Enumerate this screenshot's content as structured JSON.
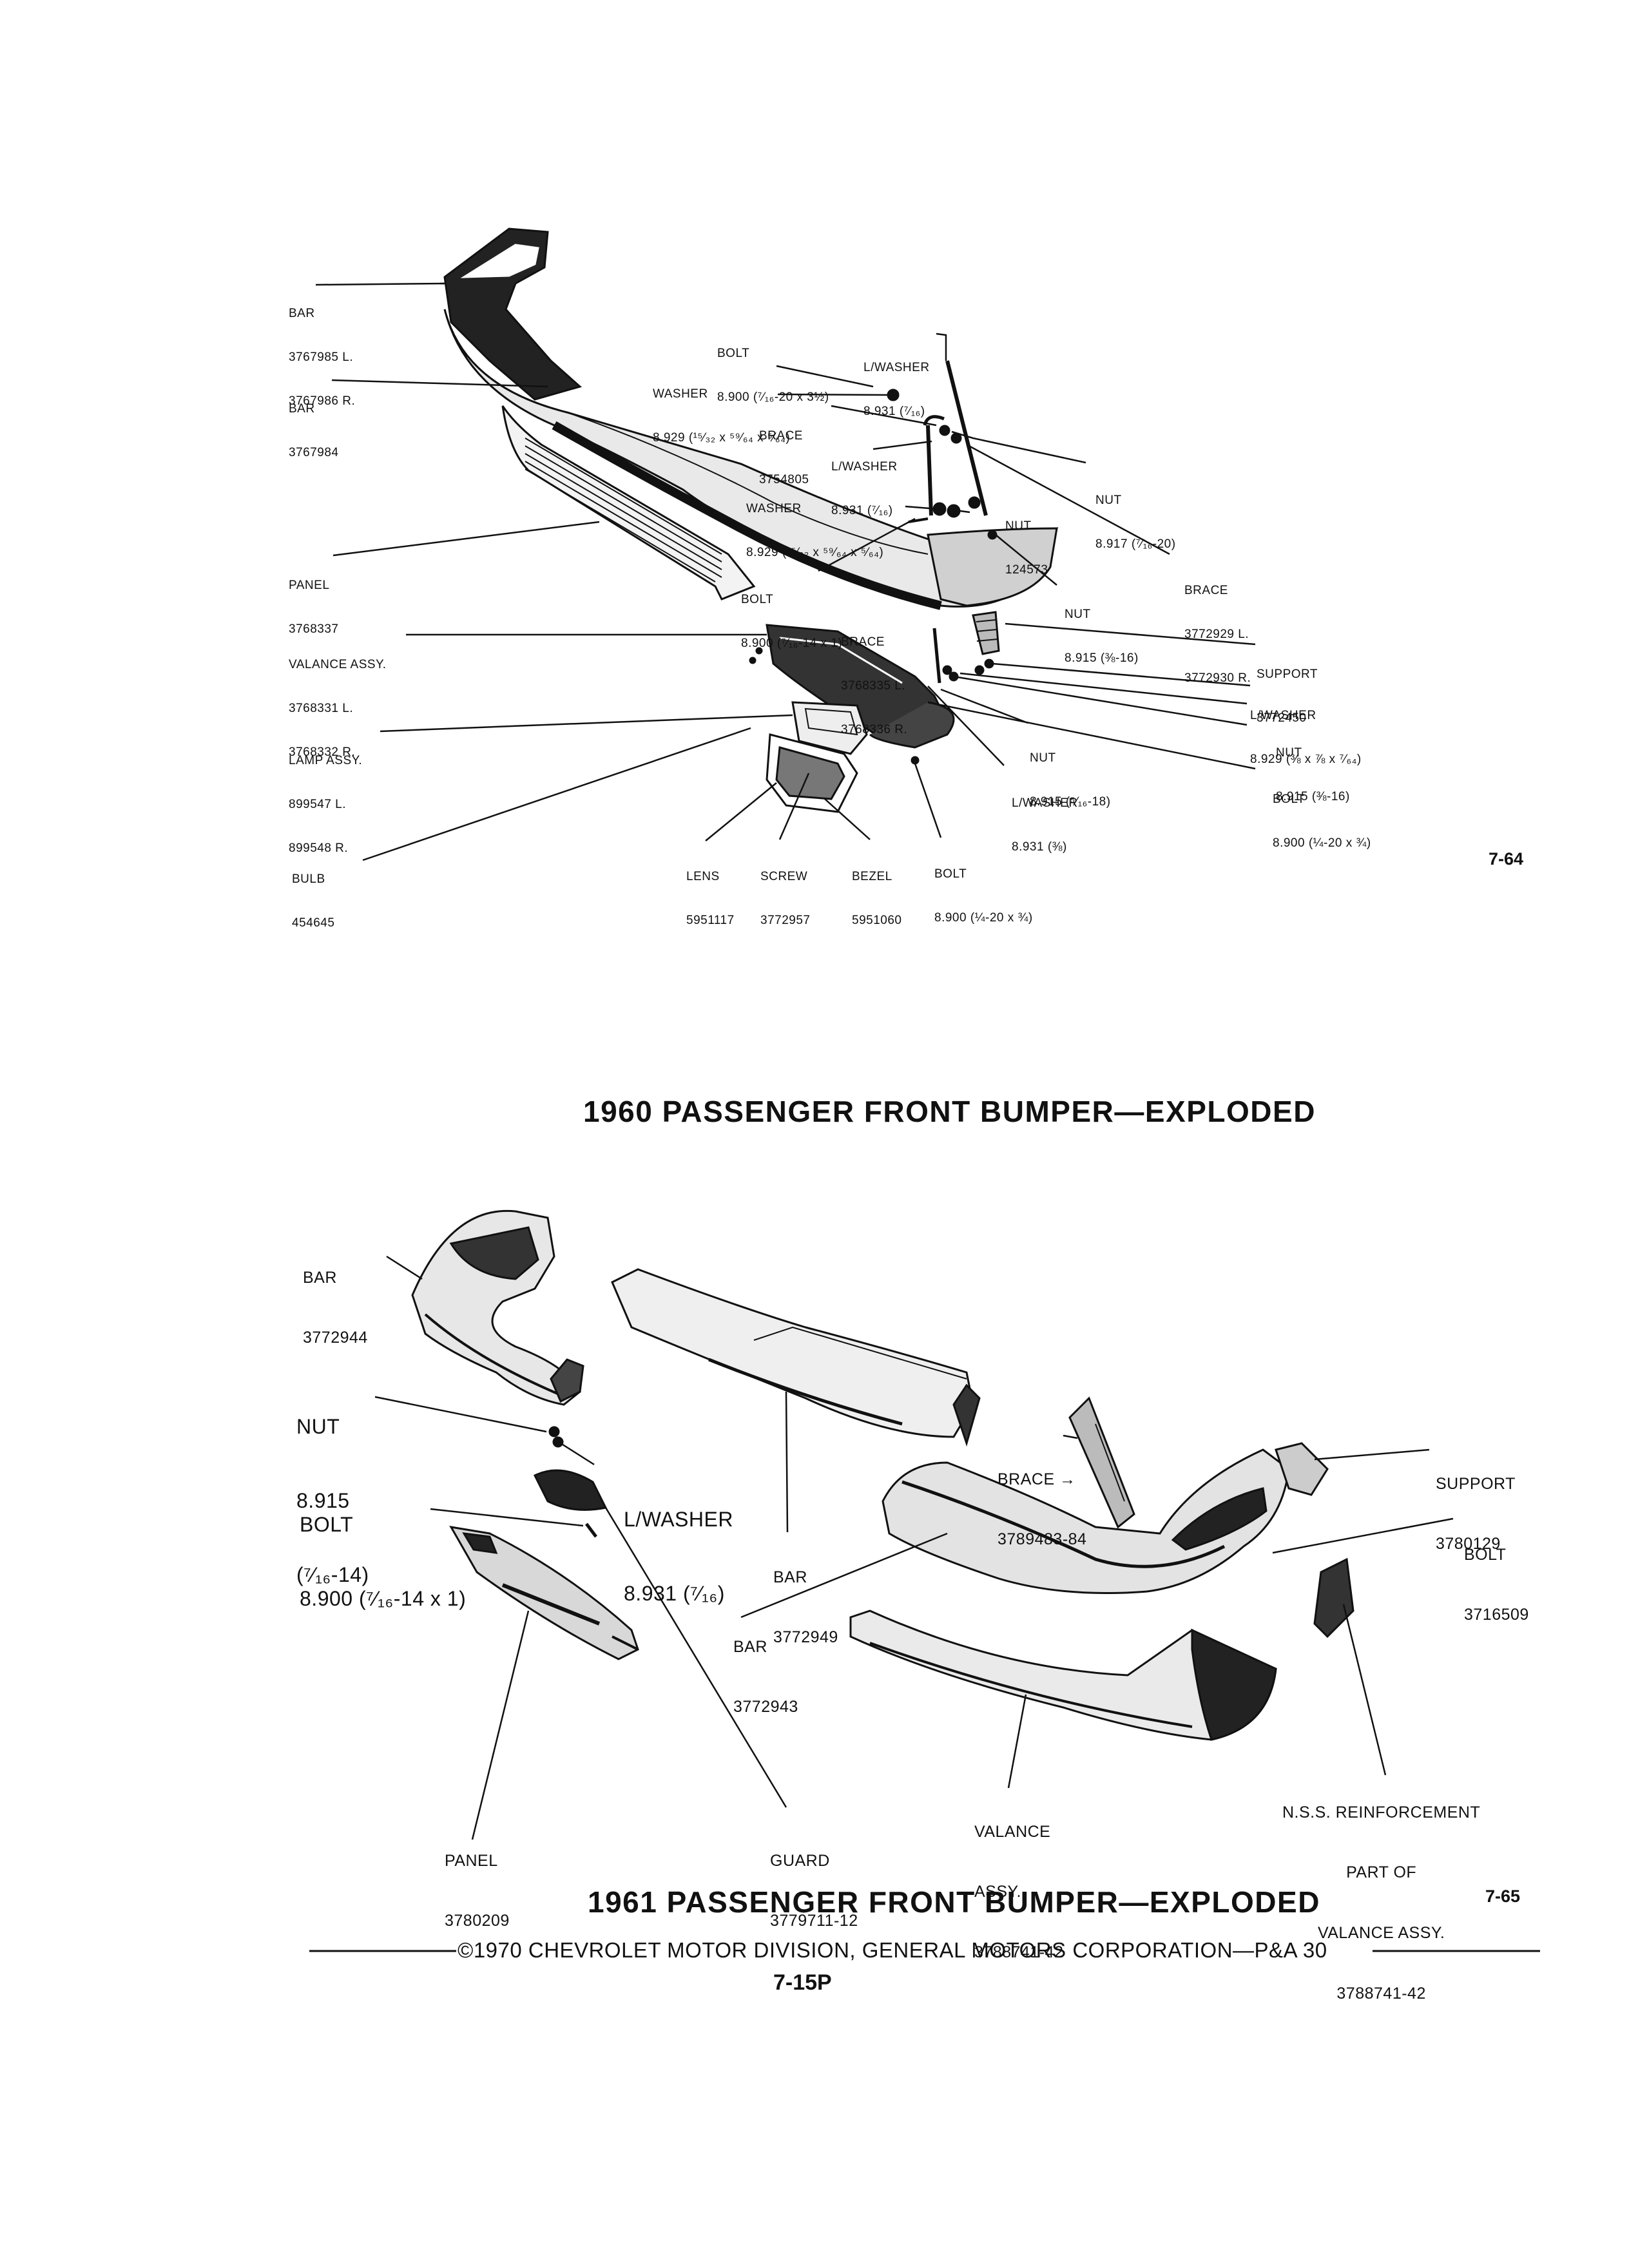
{
  "diagram_1960": {
    "labels": {
      "bar_outer": [
        "BAR",
        "3767985 L.",
        "3767986 R."
      ],
      "bar_center": [
        "BAR",
        "3767984"
      ],
      "bolt_top": [
        "BOLT",
        "8.900 (⁷⁄₁₆-20 x 3½)"
      ],
      "lwasher_top": [
        "L/WASHER",
        "8.931 (⁷⁄₁₆)"
      ],
      "washer_top": [
        "WASHER",
        "8.929 (¹⁵⁄₃₂ x ⁵⁹⁄₆₄ x ⁵⁄₆₄)"
      ],
      "brace_3754805": [
        "BRACE",
        "3754805"
      ],
      "lwasher_mid": [
        "L/WASHER",
        "8.931 (⁷⁄₁₆)"
      ],
      "nut_8917": [
        "NUT",
        "8.917 (⁷⁄₁₆-20)"
      ],
      "washer_mid": [
        "WASHER",
        "8.929 (¹⁵⁄₃₂ x ⁵⁹⁄₆₄ x ⁵⁄₆₄)"
      ],
      "nut_124573": [
        "NUT",
        "124573"
      ],
      "panel": [
        "PANEL",
        "3768337"
      ],
      "bolt_mid": [
        "BOLT",
        "8.900 (⁷⁄₁₆-14 x 1)"
      ],
      "brace_3772929": [
        "BRACE",
        "3772929 L.",
        "3772930 R."
      ],
      "nut_8915_a": [
        "NUT",
        "8.915 (⅜-16)"
      ],
      "brace_3768335": [
        "BRACE",
        "3768335 L.",
        "3768336 R."
      ],
      "valance": [
        "VALANCE ASSY.",
        "3768331 L.",
        "3768332 R."
      ],
      "support": [
        "SUPPORT",
        "3772450"
      ],
      "lwasher_8929": [
        "L/WASHER",
        "8.929 (⅜ x ⅞ x ⁷⁄₆₄)"
      ],
      "nut_8915_b": [
        "NUT",
        "8.915 (⅜-16)"
      ],
      "lamp": [
        "LAMP ASSY.",
        "899547 L.",
        "899548 R."
      ],
      "nut_5_16": [
        "NUT",
        "8.915 (⁵⁄₁₆-18)"
      ],
      "bolt_right": [
        "BOLT",
        "8.900 (¼-20 x ¾)"
      ],
      "lwasher_low": [
        "L/WASHER",
        "8.931 (⅜)"
      ],
      "bulb": [
        "BULB",
        "454645"
      ],
      "lens": [
        "LENS",
        "5951117"
      ],
      "screw": [
        "SCREW",
        "3772957"
      ],
      "bezel": [
        "BEZEL",
        "5951060"
      ],
      "bolt_bottom": [
        "BOLT",
        "8.900 (¼-20 x ¾)"
      ]
    },
    "figure_number": "7-64",
    "title": "1960 PASSENGER FRONT BUMPER—EXPLODED"
  },
  "diagram_1961": {
    "labels": {
      "bar_3772944": [
        "BAR",
        "3772944"
      ],
      "nut": [
        "NUT",
        "8.915",
        "(⁷⁄₁₆-14)"
      ],
      "bolt": [
        "BOLT",
        "8.900 (⁷⁄₁₆-14 x 1)"
      ],
      "lwasher": [
        "L/WASHER",
        "8.931 (⁷⁄₁₆)"
      ],
      "brace": [
        "BRACE →",
        "3789483-84"
      ],
      "support": [
        "SUPPORT",
        "3780129"
      ],
      "bolt_3716509": [
        "BOLT",
        "3716509"
      ],
      "bar_3772949": [
        "BAR",
        "3772949"
      ],
      "bar_3772943": [
        "BAR",
        "3772943"
      ],
      "reinforcement": [
        "N.S.S. REINFORCEMENT",
        "PART OF",
        "VALANCE ASSY.",
        "3788741-42"
      ],
      "valance": [
        "VALANCE",
        "ASSY.",
        "3788741-42"
      ],
      "panel": [
        "PANEL",
        "3780209"
      ],
      "guard": [
        "GUARD",
        "3779711-12"
      ]
    },
    "figure_number": "7-65",
    "title": "1961 PASSENGER FRONT BUMPER—EXPLODED"
  },
  "footer": {
    "copyright": "©1970 CHEVROLET MOTOR DIVISION, GENERAL MOTORS CORPORATION—P&A 30",
    "page_number": "7-15P"
  }
}
